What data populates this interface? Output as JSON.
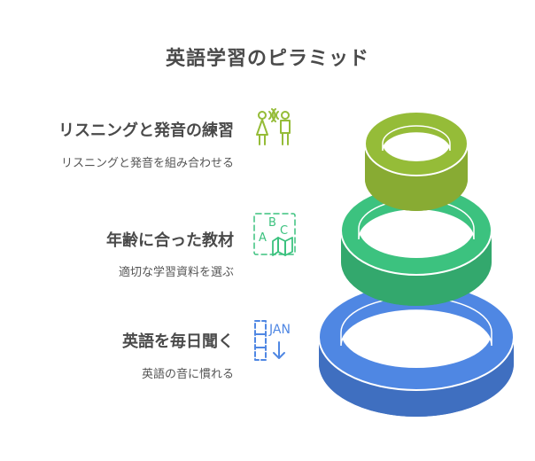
{
  "title": "英語学習のピラミッド",
  "items": [
    {
      "title": "リスニングと発音の練習",
      "desc": "リスニングと発音を組み合わせる",
      "icon": "two-people-talking-icon"
    },
    {
      "title": "年齢に合った教材",
      "desc": "適切な学習資料を選ぶ",
      "icon": "abc-book-icon"
    },
    {
      "title": "英語を毎日聞く",
      "desc": "英語の音に慣れる",
      "icon": "calendar-jan-icon"
    }
  ],
  "icon_texts": {
    "abc_a": "A",
    "abc_b": "B",
    "abc_c": "C",
    "jan": "JAN"
  },
  "colors": {
    "top_ring": "#95bc38",
    "middle_ring": "#3cc27f",
    "bottom_ring": "#4f87e3",
    "text": "#4a4a4a"
  }
}
